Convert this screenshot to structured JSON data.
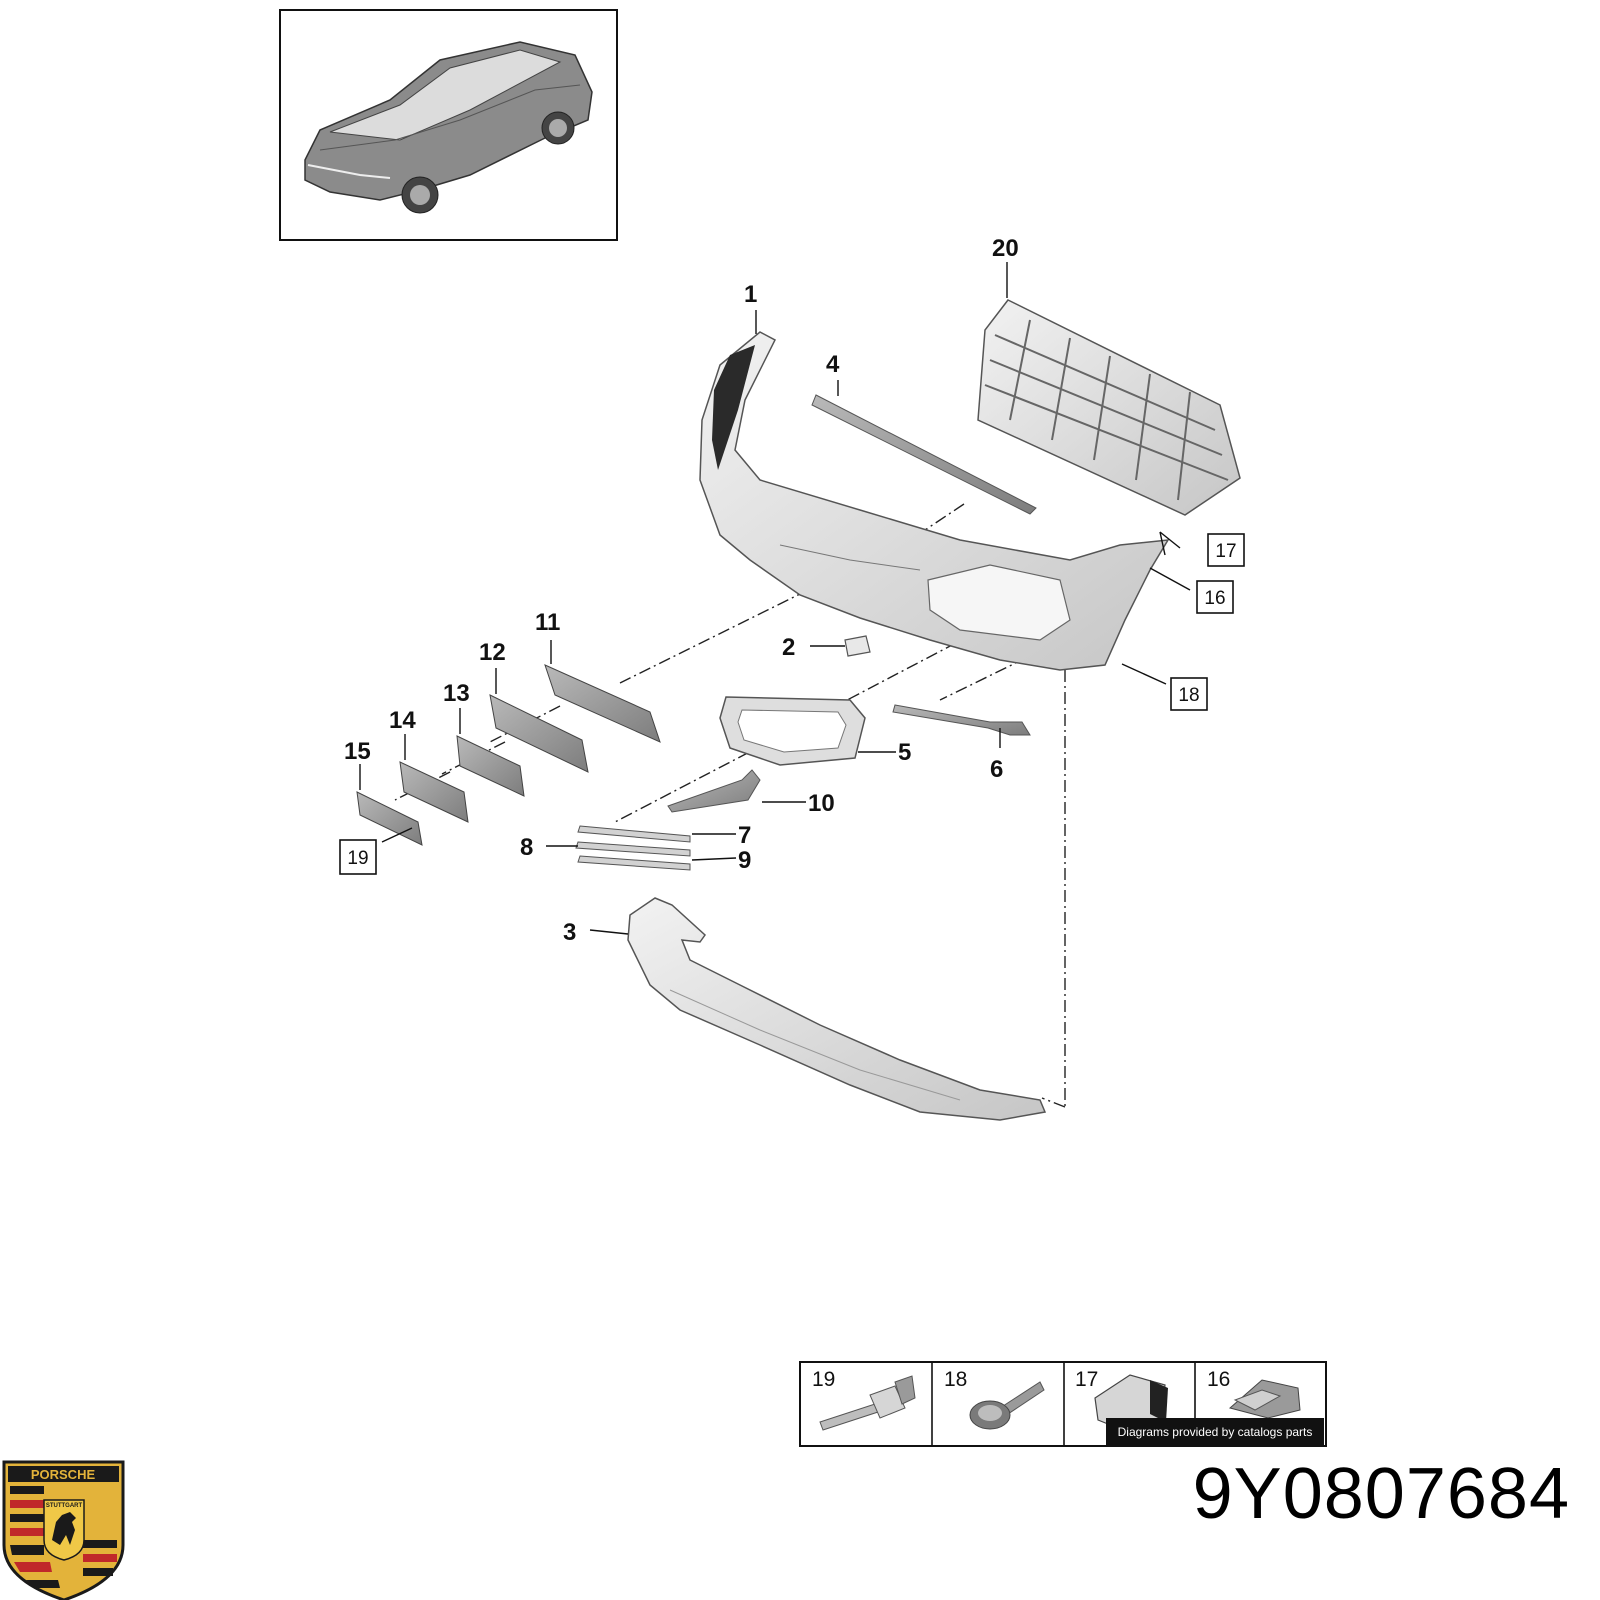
{
  "part_number": "9Y0807684",
  "credit": "Diagrams provided by catalogs parts",
  "brand": {
    "crest_text_top": "PORSCHE",
    "crest_text_center": "STUTTGART",
    "colors": {
      "gold": "#e3b33a",
      "red": "#c0282a",
      "black": "#1a1a1a"
    }
  },
  "callouts": [
    {
      "id": "c1",
      "label": "1"
    },
    {
      "id": "c2",
      "label": "2"
    },
    {
      "id": "c3",
      "label": "3"
    },
    {
      "id": "c4",
      "label": "4"
    },
    {
      "id": "c5",
      "label": "5"
    },
    {
      "id": "c6",
      "label": "6"
    },
    {
      "id": "c7",
      "label": "7"
    },
    {
      "id": "c8",
      "label": "8"
    },
    {
      "id": "c9",
      "label": "9"
    },
    {
      "id": "c10",
      "label": "10"
    },
    {
      "id": "c11",
      "label": "11"
    },
    {
      "id": "c12",
      "label": "12"
    },
    {
      "id": "c13",
      "label": "13"
    },
    {
      "id": "c14",
      "label": "14"
    },
    {
      "id": "c15",
      "label": "15"
    },
    {
      "id": "c20",
      "label": "20"
    }
  ],
  "boxed_refs": [
    {
      "id": "b16",
      "label": "16"
    },
    {
      "id": "b17",
      "label": "17"
    },
    {
      "id": "b18",
      "label": "18"
    },
    {
      "id": "b19",
      "label": "19"
    }
  ],
  "fastener_legend": [
    {
      "label": "19"
    },
    {
      "label": "18"
    },
    {
      "label": "17"
    },
    {
      "label": "16"
    }
  ]
}
